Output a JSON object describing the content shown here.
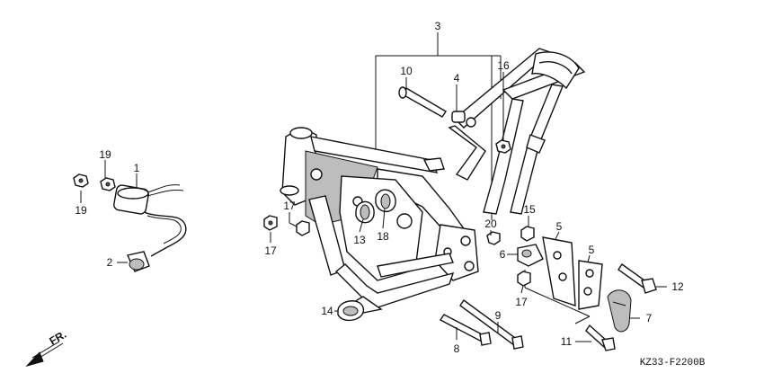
{
  "diagram": {
    "parts": [
      {
        "id": "p1",
        "label": "1"
      },
      {
        "id": "p2",
        "label": "2"
      },
      {
        "id": "p3",
        "label": "3"
      },
      {
        "id": "p4",
        "label": "4"
      },
      {
        "id": "p5a",
        "label": "5"
      },
      {
        "id": "p5b",
        "label": "5"
      },
      {
        "id": "p6",
        "label": "6"
      },
      {
        "id": "p7",
        "label": "7"
      },
      {
        "id": "p8",
        "label": "8"
      },
      {
        "id": "p9",
        "label": "9"
      },
      {
        "id": "p10",
        "label": "10"
      },
      {
        "id": "p11",
        "label": "11"
      },
      {
        "id": "p12",
        "label": "12"
      },
      {
        "id": "p13",
        "label": "13"
      },
      {
        "id": "p14",
        "label": "14"
      },
      {
        "id": "p15",
        "label": "15"
      },
      {
        "id": "p16",
        "label": "16"
      },
      {
        "id": "p17a",
        "label": "17"
      },
      {
        "id": "p17b",
        "label": "17"
      },
      {
        "id": "p17c",
        "label": "17"
      },
      {
        "id": "p18",
        "label": "18"
      },
      {
        "id": "p19a",
        "label": "19"
      },
      {
        "id": "p19b",
        "label": "19"
      },
      {
        "id": "p20",
        "label": "20"
      }
    ],
    "direction_label": "FR.",
    "drawing_code": "KZ33-F2200B"
  }
}
